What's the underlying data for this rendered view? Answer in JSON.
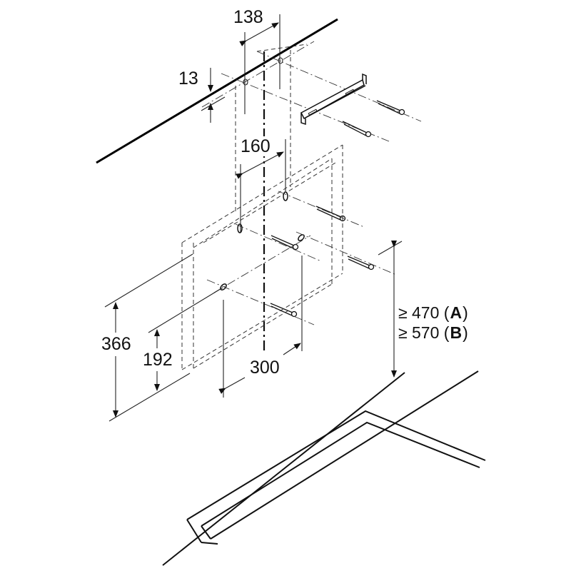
{
  "diagram": {
    "dimensions": {
      "d138": "138",
      "d13": "13",
      "d160": "160",
      "d300": "300",
      "d366": "366",
      "d192": "192"
    },
    "clearance": {
      "a_prefix": "≥ 470 (",
      "a_letter": "A",
      "a_suffix": ")",
      "b_prefix": "≥ 570 (",
      "b_letter": "B",
      "b_suffix": ")"
    }
  }
}
